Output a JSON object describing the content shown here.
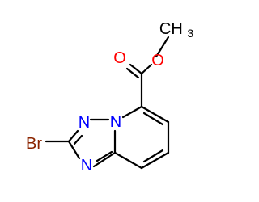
{
  "molecule": {
    "atoms": {
      "methyl": "CH3",
      "ester_oxygen": "O",
      "carbonyl_oxygen": "O",
      "bromine": "Br",
      "nitrogen_1": "N",
      "nitrogen_2": "N",
      "nitrogen_3": "N"
    },
    "colors": {
      "bond": "#000000",
      "oxygen": "#ff0000",
      "nitrogen": "#0000ff",
      "bromine": "#8b2500",
      "carbon": "#000000"
    }
  }
}
